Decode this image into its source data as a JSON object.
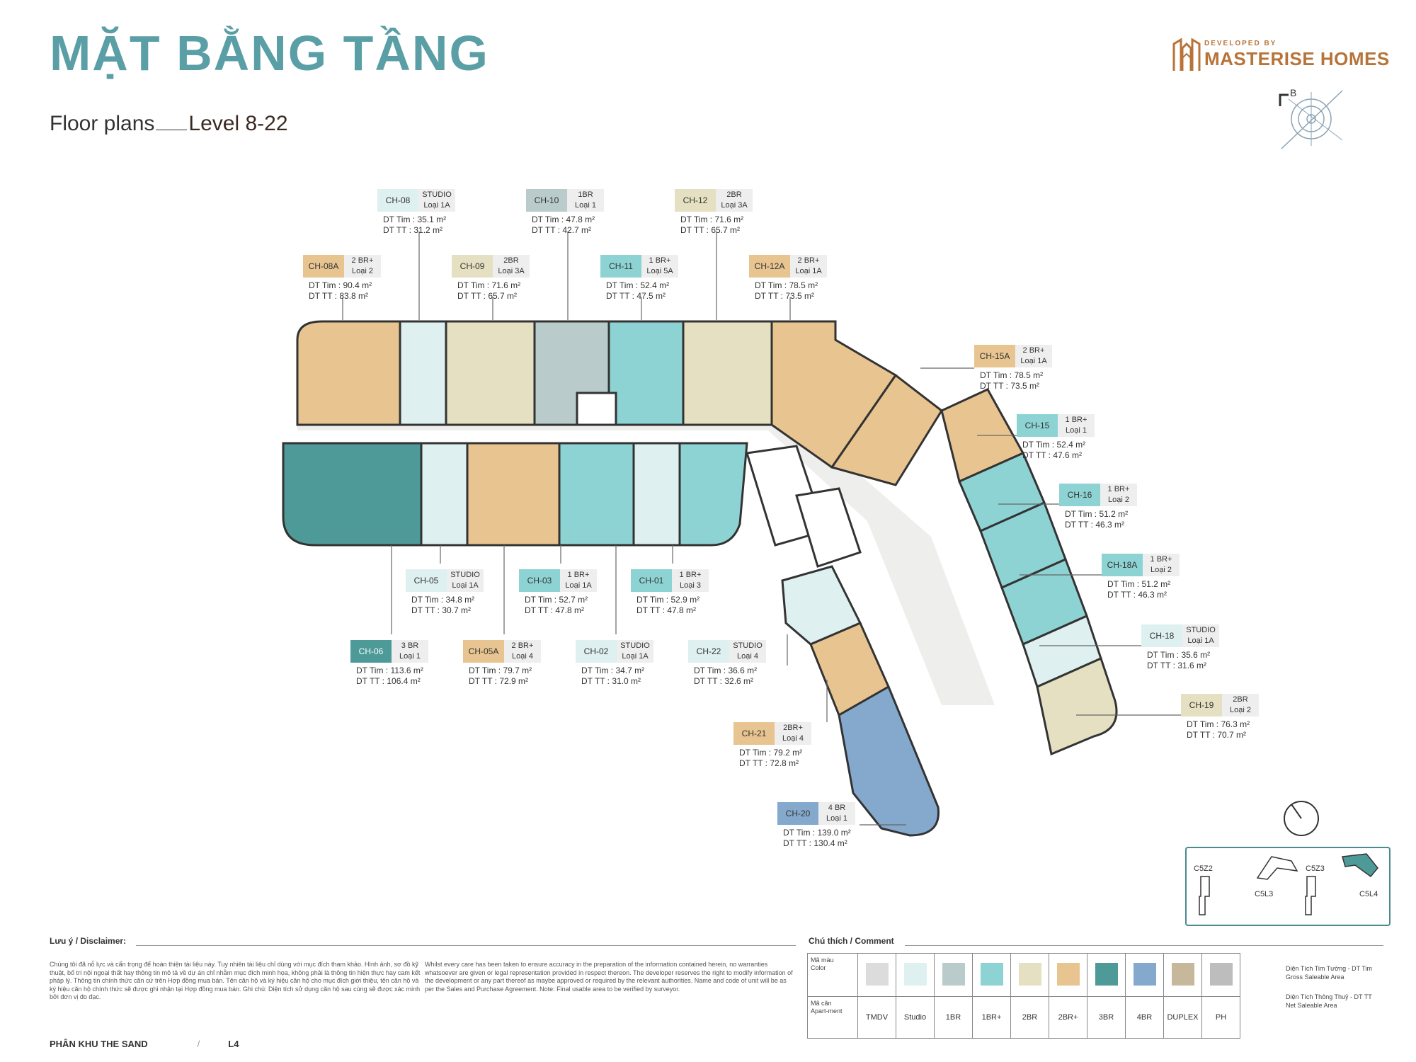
{
  "header": {
    "title": "MẶT BẰNG TẦNG",
    "subtitle_label": "Floor plans",
    "subtitle_level": "Level 8-22"
  },
  "brand": {
    "developed_by": "DEVELOPED BY",
    "name": "MASTERISE HOMES",
    "compass_letter": "B",
    "color": "#b7743a"
  },
  "colors": {
    "TMDV": "#dcdcdc",
    "Studio": "#dff0f0",
    "1BR": "#b9cccb",
    "1BR+": "#8ed3d3",
    "2BR": "#e5e0c2",
    "2BR+": "#e8c590",
    "3BR": "#4e9a98",
    "4BR": "#84a9cc",
    "DUPLEX": "#c8b89b",
    "PH": "#bdbdbd"
  },
  "units": [
    {
      "code": "CH-08",
      "t1": "STUDIO",
      "t2": "Loại 1A",
      "dt": "DT Tim  : 35.1 m²",
      "tt": "DT TT    : 31.2 m²",
      "color": "#dff0f0"
    },
    {
      "code": "CH-10",
      "t1": "1BR",
      "t2": "Loại 1",
      "dt": "DT Tim  : 47.8 m²",
      "tt": "DT TT    : 42.7 m²",
      "color": "#b9cccb"
    },
    {
      "code": "CH-12",
      "t1": "2BR",
      "t2": "Loại 3A",
      "dt": "DT Tim  : 71.6 m²",
      "tt": "DT TT    : 65.7 m²",
      "color": "#e5e0c2"
    },
    {
      "code": "CH-08A",
      "t1": "2 BR+",
      "t2": "Loại 2",
      "dt": "DT Tim  : 90.4 m²",
      "tt": "DT TT    : 83.8 m²",
      "color": "#e8c590"
    },
    {
      "code": "CH-09",
      "t1": "2BR",
      "t2": "Loại 3A",
      "dt": "DT Tim  : 71.6 m²",
      "tt": "DT TT    : 65.7 m²",
      "color": "#e5e0c2"
    },
    {
      "code": "CH-11",
      "t1": "1 BR+",
      "t2": "Loại 5A",
      "dt": "DT Tim  : 52.4 m²",
      "tt": "DT TT    : 47.5 m²",
      "color": "#8ed3d3"
    },
    {
      "code": "CH-12A",
      "t1": "2 BR+",
      "t2": "Loại 1A",
      "dt": "DT Tim  : 78.5 m²",
      "tt": "DT TT    : 73.5 m²",
      "color": "#e8c590"
    },
    {
      "code": "CH-15A",
      "t1": "2 BR+",
      "t2": "Loại 1A",
      "dt": "DT Tim  : 78.5 m²",
      "tt": "DT TT    : 73.5 m²",
      "color": "#e8c590"
    },
    {
      "code": "CH-15",
      "t1": "1 BR+",
      "t2": "Loại 1",
      "dt": "DT Tim  : 52.4 m²",
      "tt": "DT TT    : 47.6 m²",
      "color": "#8ed3d3"
    },
    {
      "code": "CH-16",
      "t1": "1 BR+",
      "t2": "Loại 2",
      "dt": "DT Tim  : 51.2 m²",
      "tt": "DT TT    : 46.3 m²",
      "color": "#8ed3d3"
    },
    {
      "code": "CH-18A",
      "t1": "1 BR+",
      "t2": "Loại 2",
      "dt": "DT Tim  : 51.2 m²",
      "tt": "DT TT    : 46.3 m²",
      "color": "#8ed3d3"
    },
    {
      "code": "CH-18",
      "t1": "STUDIO",
      "t2": "Loại 1A",
      "dt": "DT Tim  : 35.6 m²",
      "tt": "DT TT    : 31.6 m²",
      "color": "#dff0f0"
    },
    {
      "code": "CH-19",
      "t1": "2BR",
      "t2": "Loại 2",
      "dt": "DT Tim  : 76.3 m²",
      "tt": "DT TT    : 70.7 m²",
      "color": "#e5e0c2"
    },
    {
      "code": "CH-05",
      "t1": "STUDIO",
      "t2": "Loại 1A",
      "dt": "DT Tim  : 34.8 m²",
      "tt": "DT TT    : 30.7 m²",
      "color": "#dff0f0"
    },
    {
      "code": "CH-03",
      "t1": "1 BR+",
      "t2": "Loại 1A",
      "dt": "DT Tim  : 52.7 m²",
      "tt": "DT TT    : 47.8 m²",
      "color": "#8ed3d3"
    },
    {
      "code": "CH-01",
      "t1": "1 BR+",
      "t2": "Loại 3",
      "dt": "DT Tim  : 52.9 m²",
      "tt": "DT TT    : 47.8 m²",
      "color": "#8ed3d3"
    },
    {
      "code": "CH-06",
      "t1": "3 BR",
      "t2": "Loại 1",
      "dt": "DT Tim  : 113.6 m²",
      "tt": "DT TT    : 106.4 m²",
      "color": "#4e9a98"
    },
    {
      "code": "CH-05A",
      "t1": "2 BR+",
      "t2": "Loại 4",
      "dt": "DT Tim  : 79.7 m²",
      "tt": "DT TT    : 72.9 m²",
      "color": "#e8c590"
    },
    {
      "code": "CH-02",
      "t1": "STUDIO",
      "t2": "Loại 1A",
      "dt": "DT Tim  : 34.7 m²",
      "tt": "DT TT    : 31.0 m²",
      "color": "#dff0f0"
    },
    {
      "code": "CH-22",
      "t1": "STUDIO",
      "t2": "Loại 4",
      "dt": "DT Tim  : 36.6 m²",
      "tt": "DT TT    : 32.6 m²",
      "color": "#dff0f0"
    },
    {
      "code": "CH-21",
      "t1": "2BR+",
      "t2": "Loại 4",
      "dt": "DT Tim  : 79.2 m²",
      "tt": "DT TT    : 72.8 m²",
      "color": "#e8c590"
    },
    {
      "code": "CH-20",
      "t1": "4 BR",
      "t2": "Loại 1",
      "dt": "DT Tim  : 139.0 m²",
      "tt": "DT TT    : 130.4 m²",
      "color": "#84a9cc"
    }
  ],
  "disclaimer": {
    "title": "Lưu ý / Disclaimer:",
    "vi": "Chúng tôi đã nỗ lực và cẩn trọng để hoàn thiện tài liệu này. Tuy nhiên tài liệu chỉ dùng với mục đích tham khảo. Hình ảnh, sơ đồ kỹ thuật, bố trí nội ngoại thất hay thông tin mô tả về dự án chỉ nhằm mục đích minh họa, không phải là thông tin hiện thực hay cam kết pháp lý. Thông tin chính thức căn cứ trên Hợp đồng mua bán. Tên căn hộ và ký hiệu căn hộ cho mục đích giới thiệu, tên căn hộ và ký hiệu căn hộ chính thức sẽ được ghi nhận tại Hợp đồng mua bán. Ghi chú: Diện tích sử dụng căn hộ sau cùng sẽ được xác minh bởi đơn vị đo đạc.",
    "en": "Whilst every care has been taken to ensure accuracy in the preparation of the information contained herein, no warranties whatsoever are given or legal representation provided in respect thereon. The developer reserves the right to modify information of the development or any part thereof as maybe approved or required by the relevant authorities. Name and code of unit will be as per the Sales and Purchase Agreement. Note: Final usable area to be verified by surveyor."
  },
  "comment": {
    "title": "Chú thích / Comment",
    "row1_label_vi": "Mã màu",
    "row1_label_en": "Color",
    "row2_label_vi": "Mã căn",
    "row2_label_en": "Apart-ment",
    "types": [
      "TMDV",
      "Studio",
      "1BR",
      "1BR+",
      "2BR",
      "2BR+",
      "3BR",
      "4BR",
      "DUPLEX",
      "PH"
    ],
    "note1_vi": "Diện Tích Tim Tường - DT Tim",
    "note1_en": "Gross Saleable Area",
    "note2_vi": "Diện Tích Thông Thuỷ - DT TT",
    "note2_en": "Net Saleable Area"
  },
  "keymap": {
    "labels": [
      "C5Z2",
      "C5L3",
      "C5Z3",
      "C5L4"
    ],
    "highlight": "C5L4",
    "highlight_color": "#4e9a98"
  },
  "footer": {
    "zone": "PHÂN KHU THE SAND",
    "separator": "/",
    "block": "L4"
  }
}
